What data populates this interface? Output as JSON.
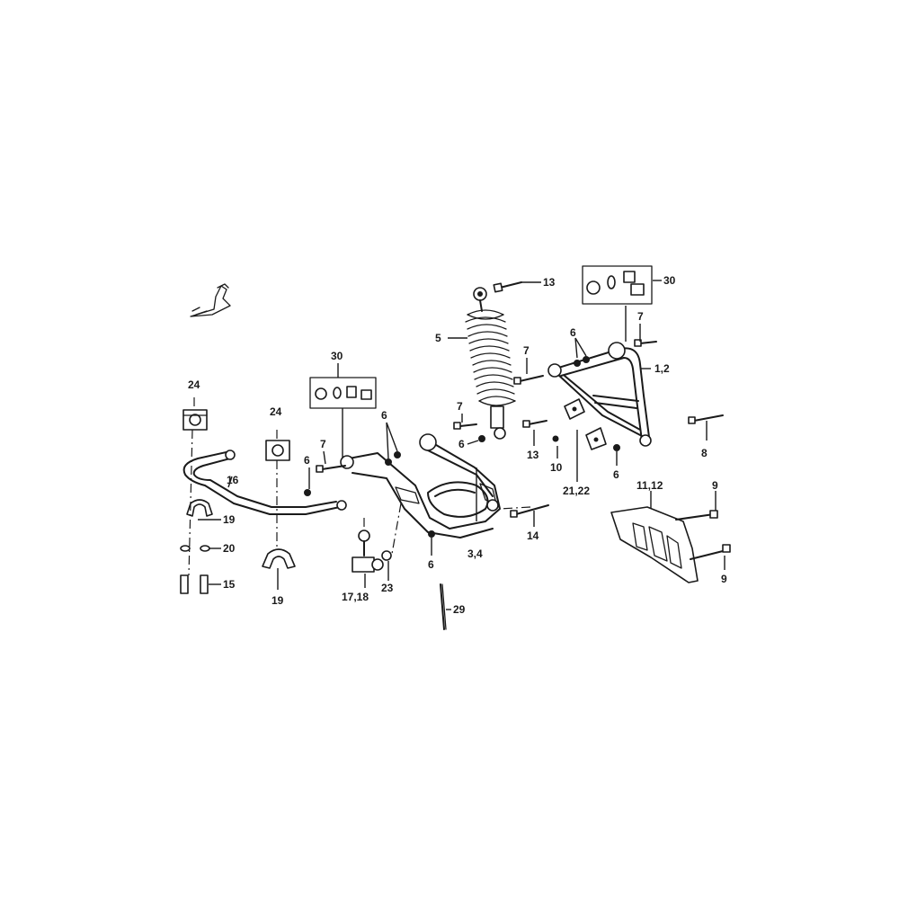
{
  "callouts": {
    "c1_2": "1,2",
    "c3_4": "3,4",
    "c5": "5",
    "c6": "6",
    "c7": "7",
    "c8": "8",
    "c9": "9",
    "c10": "10",
    "c11_12": "11,12",
    "c13": "13",
    "c14": "14",
    "c15": "15",
    "c16": "16",
    "c17_18": "17,18",
    "c19": "19",
    "c20": "20",
    "c21_22": "21,22",
    "c23": "23",
    "c24": "24",
    "c29": "29",
    "c30": "30"
  },
  "icons": {
    "direction": "front-direction-arrow-icon"
  }
}
